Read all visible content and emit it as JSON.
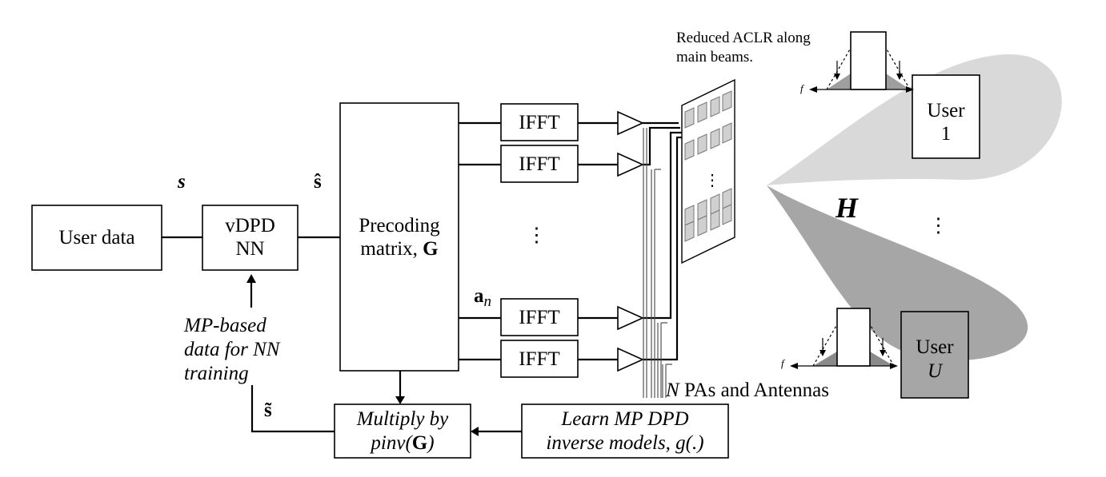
{
  "blocks": {
    "user_data": "User data",
    "vdpd_line1": "vDPD",
    "vdpd_line2": "NN",
    "precoding_line1": "Precoding",
    "precoding_line2": "matrix, ",
    "precoding_symbol": "G",
    "ifft": "IFFT",
    "multiply_line1": "Multiply by",
    "multiply_line2_prefix": "pinv(",
    "multiply_symbol": "G",
    "multiply_line2_suffix": ")",
    "learn_line1": "Learn MP DPD",
    "learn_line2": "inverse models, g(.)",
    "user1_line1": "User",
    "user1_line2": "1",
    "userU_line1": "User",
    "userU_line2": "U"
  },
  "symbols": {
    "s": "s",
    "s_hat": "ŝ",
    "s_tilde": "s̃",
    "a_n_base": "a",
    "a_n_sub": "n",
    "channel": "H",
    "freq_axis": "f"
  },
  "annotations": {
    "mp_data_line1": "MP-based",
    "mp_data_line2": "data for NN",
    "mp_data_line3": "training",
    "aclr_line1": "Reduced ACLR along",
    "aclr_line2": "main beams.",
    "pa_symbol": "N",
    "pa_text": " PAs and Antennas",
    "vdots": "⋮"
  }
}
